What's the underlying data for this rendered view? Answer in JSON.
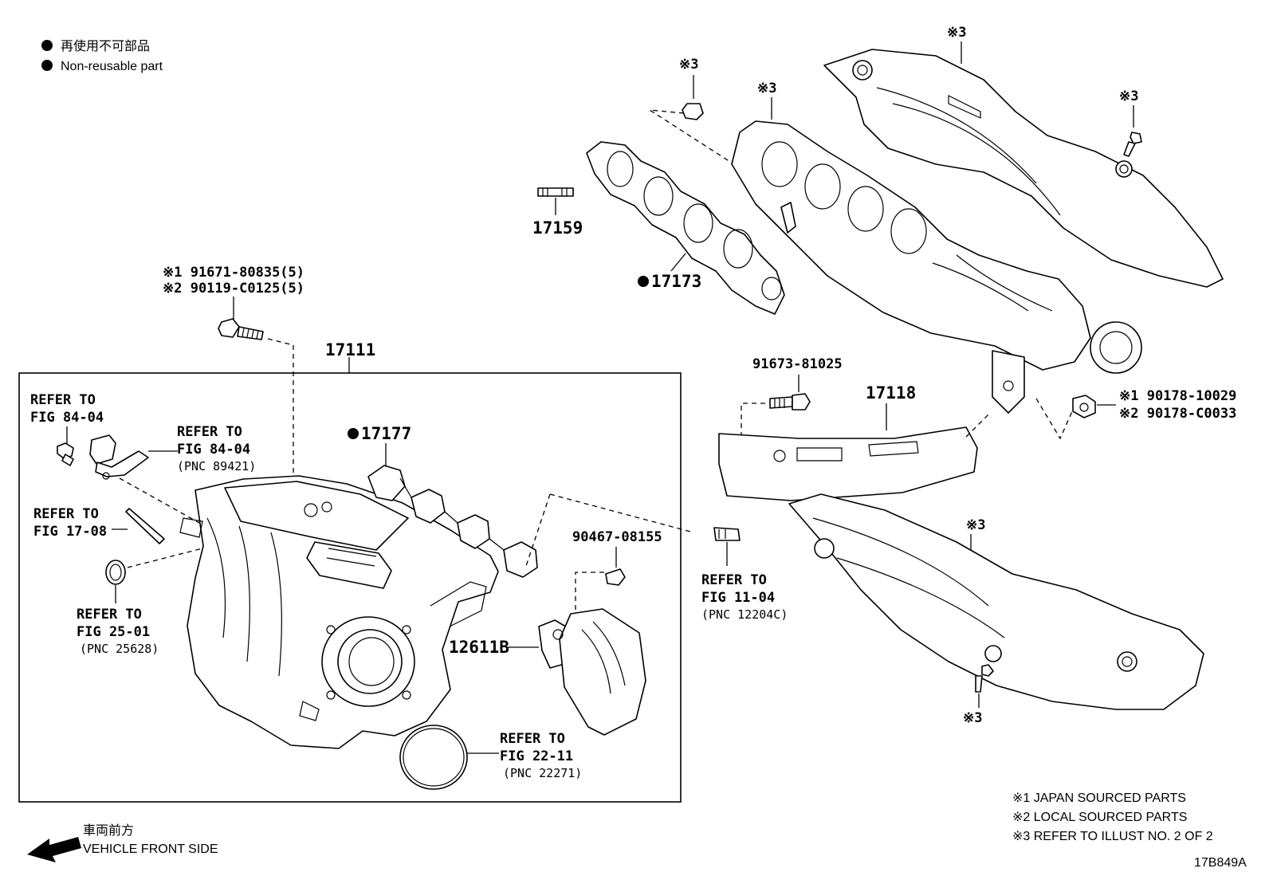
{
  "legend": {
    "jp": "再使用不可部品",
    "en": "Non-reusable part"
  },
  "parts": {
    "p17111": "17111",
    "p17159": "17159",
    "p17173": "17173",
    "p17177": "17177",
    "p17118": "17118",
    "p12611B": "12611B",
    "bolt_top_1": "※1 91671-80835(5)",
    "bolt_top_2": "※2 90119-C0125(5)",
    "bolt_91673": "91673-81025",
    "stud_90467": "90467-08155",
    "nut_1": "※1 90178-10029",
    "nut_2": "※2 90178-C0033"
  },
  "marks": {
    "m_nut_top": "※3",
    "m_manifold": "※3",
    "m_upper_ins": "※3",
    "m_bolt_right": "※3",
    "m_lower_ins": "※3",
    "m_bolt_bottom": "※3"
  },
  "refs": {
    "r1_l1": "REFER TO",
    "r1_l2": "FIG 84-04",
    "r2_l1": "REFER TO",
    "r2_l2": "FIG 84-04",
    "r2_l3": "(PNC 89421)",
    "r3_l1": "REFER TO",
    "r3_l2": "FIG 17-08",
    "r4_l1": "REFER TO",
    "r4_l2": "FIG 25-01",
    "r4_l3": "(PNC 25628)",
    "r5_l1": "REFER TO",
    "r5_l2": "FIG 11-04",
    "r5_l3": "(PNC 12204C)",
    "r6_l1": "REFER TO",
    "r6_l2": "FIG 22-11",
    "r6_l3": "(PNC 22271)"
  },
  "notes": {
    "n1": "※1 JAPAN SOURCED PARTS",
    "n2": "※2 LOCAL SOURCED PARTS",
    "n3": "※3 REFER TO ILLUST NO. 2 OF 2"
  },
  "direction": {
    "jp": "車両前方",
    "en": "VEHICLE FRONT SIDE"
  },
  "illust_code": "17B849A"
}
